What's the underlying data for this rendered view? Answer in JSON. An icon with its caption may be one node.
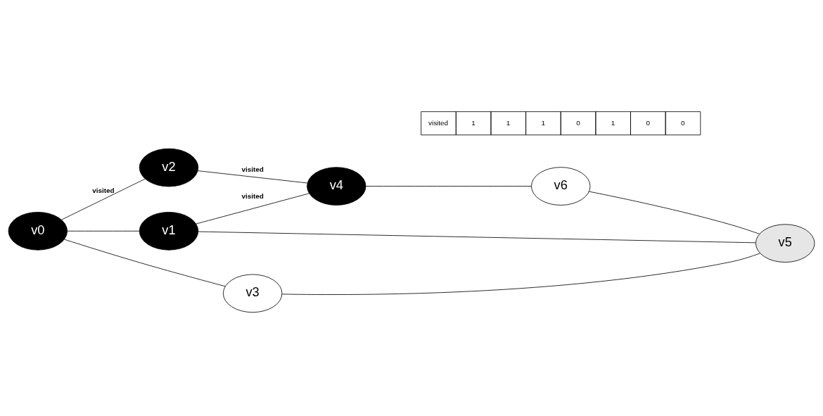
{
  "diagram": {
    "nodes": [
      {
        "text": [
          "v2"
        ]
      },
      {
        "text": [
          "v4"
        ]
      },
      {
        "text": [
          "v0"
        ]
      },
      {
        "text": [
          "v1"
        ]
      },
      {
        "text": [
          "v6"
        ]
      },
      {
        "text": [
          "v3"
        ]
      },
      {
        "text": [
          "v5"
        ]
      }
    ],
    "edges": [
      {
        "from": 2,
        "to": 0,
        "arrow": "none",
        "label": "visited"
      },
      {
        "from": 0,
        "to": 1,
        "arrow": "none",
        "label": "visited"
      },
      {
        "from": 2,
        "to": 3,
        "arrow": "none"
      },
      {
        "from": 3,
        "to": 1,
        "arrow": "none",
        "label": "visited"
      },
      {
        "from": 1,
        "to": 4,
        "arrow": "none"
      },
      {
        "from": 2,
        "to": 5,
        "arrow": "none"
      },
      {
        "from": 3,
        "to": 6,
        "arrow": "none"
      },
      {
        "from": 5,
        "to": 6,
        "arrow": "none"
      },
      {
        "from": 4,
        "to": 6,
        "arrow": "none"
      }
    ],
    "labels": [
      "visited",
      "1",
      "1",
      "1",
      "0",
      "1",
      "0",
      "0"
    ]
  }
}
